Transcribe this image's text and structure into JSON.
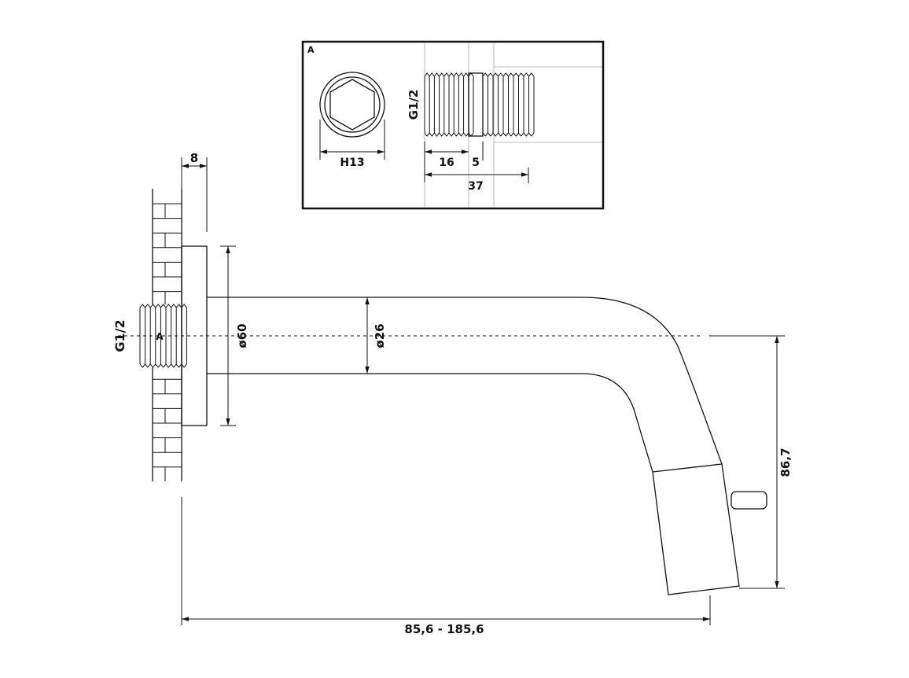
{
  "drawing": {
    "detail_label": "A",
    "wall_thread_label": "G1/2",
    "wall_thread_marker": "A",
    "rosette_depth": "8",
    "rosette_diameter": "ø60",
    "pipe_diameter": "ø26",
    "spout_height": "86,7",
    "projection_range": "85,6 - 185,6"
  },
  "detail": {
    "title": "A",
    "hex_key": "H13",
    "thread": "G1/2",
    "thread_length": "16",
    "collar_length": "5",
    "total_length": "37"
  },
  "colors": {
    "line": "#111111",
    "wall_gray": "#bbbbbb"
  }
}
